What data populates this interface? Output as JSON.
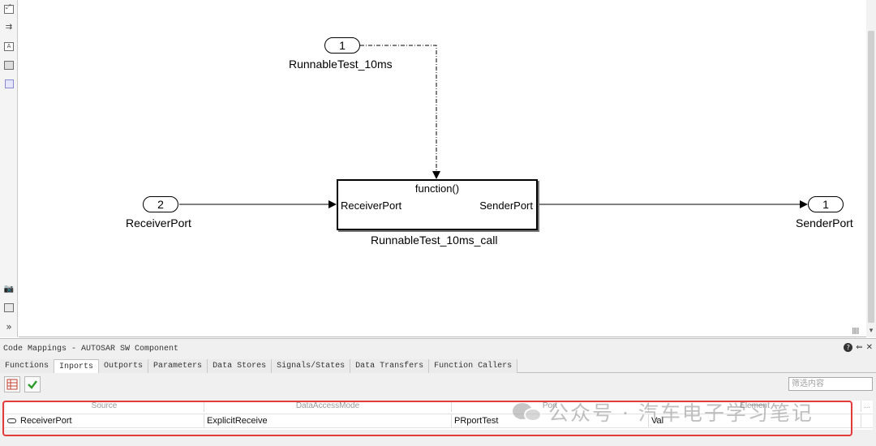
{
  "model": {
    "inport_runnable": {
      "number": "1",
      "name": "RunnableTest_10ms"
    },
    "inport_receiver": {
      "number": "2",
      "name": "ReceiverPort"
    },
    "outport_sender": {
      "number": "1",
      "name": "SenderPort"
    },
    "subsystem": {
      "trigger_label": "function()",
      "input_label": "ReceiverPort",
      "output_label": "SenderPort",
      "name": "RunnableTest_10ms_call"
    }
  },
  "panel": {
    "title": "Code Mappings - AUTOSAR SW Component",
    "help": "?",
    "tabs": [
      "Functions",
      "Inports",
      "Outports",
      "Parameters",
      "Data Stores",
      "Signals/States",
      "Data Transfers",
      "Function Callers"
    ],
    "active_tab": "Inports",
    "filter_placeholder": "筛选内容",
    "columns": [
      "Source",
      "DataAccessMode",
      "Port",
      "Element",
      "..."
    ],
    "rows": [
      {
        "source": "ReceiverPort",
        "data_access_mode": "ExplicitReceive",
        "port": "PRportTest",
        "element": "Val"
      }
    ]
  },
  "watermark": {
    "text": "公众号 · 汽车电子学习笔记"
  },
  "colors": {
    "highlight": "#e43a3a",
    "canvas": "#ffffff",
    "panel": "#f0f0f0"
  }
}
